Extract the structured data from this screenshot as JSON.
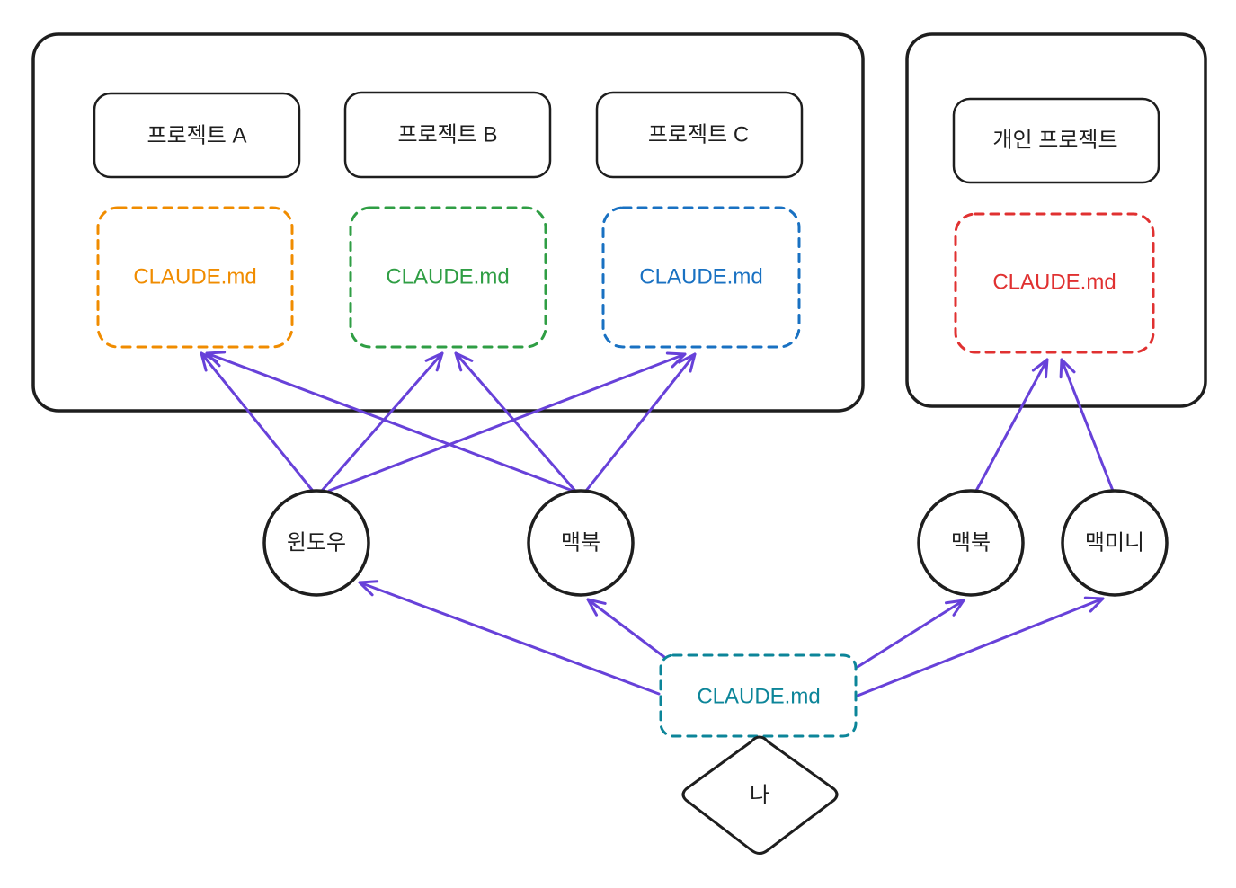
{
  "work_group": {
    "projects": [
      {
        "label": "프로젝트 A",
        "file": "CLAUDE.md",
        "color": "#f08c00"
      },
      {
        "label": "프로젝트 B",
        "file": "CLAUDE.md",
        "color": "#2f9e44"
      },
      {
        "label": "프로젝트 C",
        "file": "CLAUDE.md",
        "color": "#1971c2"
      }
    ],
    "devices": [
      "윈도우",
      "맥북"
    ]
  },
  "personal_group": {
    "project": {
      "label": "개인 프로젝트",
      "file": "CLAUDE.md",
      "color": "#e03131"
    },
    "devices": [
      "맥북",
      "맥미니"
    ]
  },
  "shared": {
    "file": "CLAUDE.md",
    "color": "#0c8599"
  },
  "user": {
    "label": "나"
  },
  "colors": {
    "stroke": "#1e1e1e",
    "arrow": "#6741d9",
    "background": "#ffffff"
  }
}
